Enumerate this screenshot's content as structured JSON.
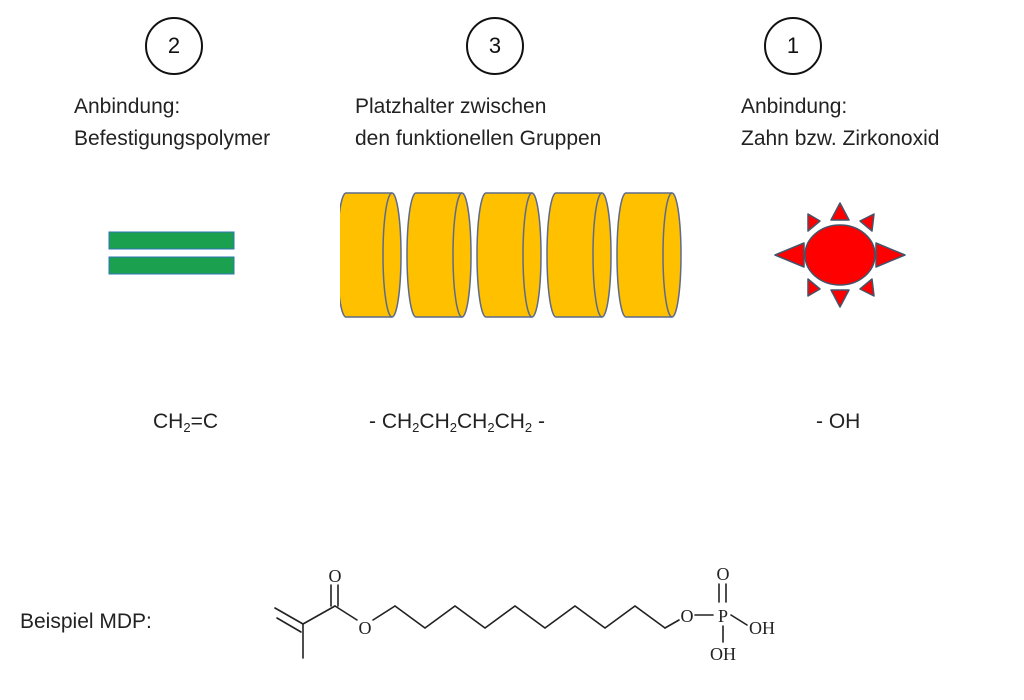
{
  "groups": [
    {
      "number": "2",
      "label_line1": "Anbindung:",
      "label_line2": "Befestigungspolymer",
      "icon": "double-bond-icon",
      "formula": {
        "part1": "CH",
        "sub1": "2",
        "part2": "=C"
      }
    },
    {
      "number": "3",
      "label_line1": "Platzhalter zwischen",
      "label_line2": "den funktionellen Gruppen",
      "icon": "spacer-discs-icon",
      "formula": {
        "t0": "- CH",
        "s1": "2",
        "t1": "CH",
        "s2": "2",
        "t2": "CH",
        "s3": "2",
        "t3": "CH",
        "s4": "2",
        "t4": " -"
      }
    },
    {
      "number": "1",
      "label_line1": "Anbindung:",
      "label_line2": "Zahn bzw. Zirkonoxid",
      "icon": "sun-anchor-icon",
      "formula": {
        "text": "- OH"
      }
    }
  ],
  "example": {
    "label": "Beispiel MDP:",
    "atoms": {
      "o_carbonyl": "O",
      "o_ester": "O",
      "o_link": "O",
      "p": "P",
      "o_p_top": "O",
      "oh_right": "OH",
      "oh_bottom": "OH"
    }
  },
  "colors": {
    "double_bond": "#1aa04e",
    "disc_fill": "#ffc000",
    "disc_stroke": "#5b6b8c",
    "sun_fill": "#ff0000",
    "sun_stroke": "#44546a"
  }
}
